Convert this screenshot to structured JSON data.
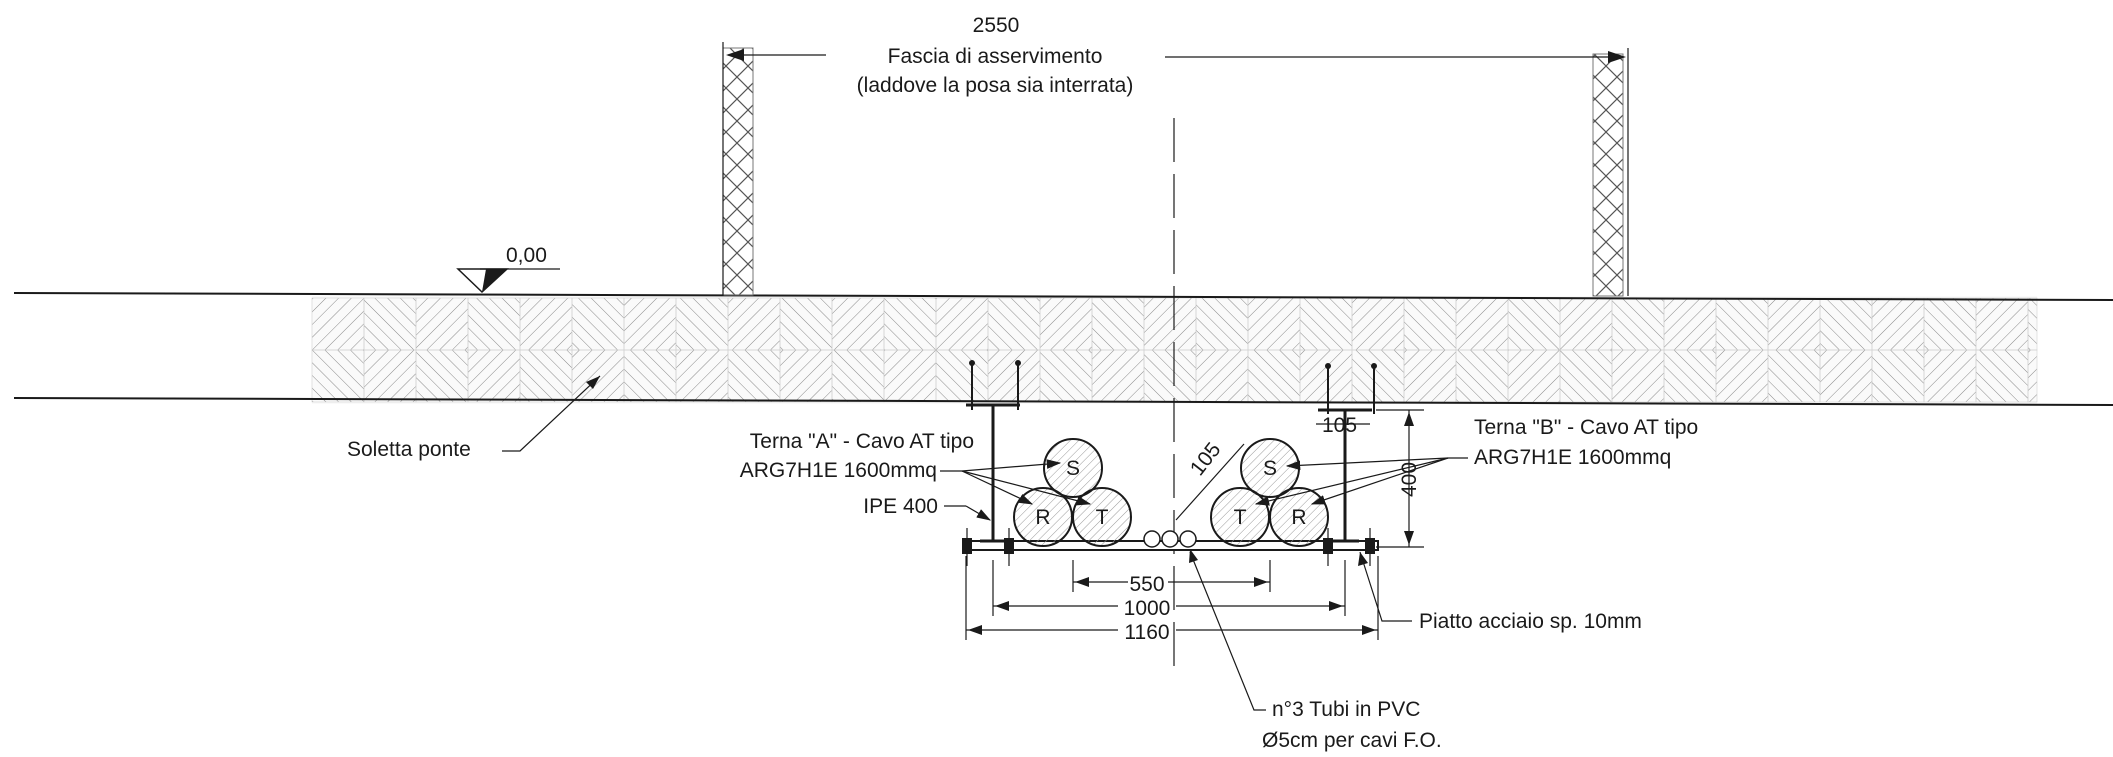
{
  "labels": {
    "top_dimension": "2550",
    "band_line1": "Fascia di asservimento",
    "band_line2": "(laddove la posa sia interrata)",
    "level": "0,00",
    "slab": "Soletta ponte",
    "terna_a_line1": "Terna \"A\" - Cavo AT tipo",
    "terna_a_line2": "ARG7H1E 1600mmq",
    "ipe": "IPE 400",
    "terna_b_line1": "Terna \"B\" - Cavo AT tipo",
    "terna_b_line2": "ARG7H1E 1600mmq",
    "plate": "Piatto acciaio sp. 10mm",
    "tubes_line1": "n°3 Tubi in PVC",
    "tubes_line2": "Ø5cm per cavi F.O."
  },
  "dimensions": {
    "d105_top": "105",
    "d105_diag": "105",
    "d400": "400",
    "d550": "550",
    "d1000": "1000",
    "d1160": "1160"
  },
  "cables": {
    "left": [
      "S",
      "R",
      "T"
    ],
    "right": [
      "S",
      "T",
      "R"
    ]
  }
}
